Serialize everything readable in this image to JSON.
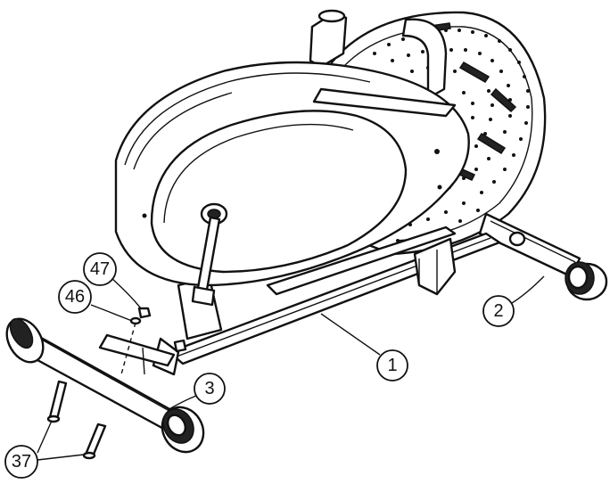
{
  "callouts": {
    "c1": "1",
    "c2": "2",
    "c3": "3",
    "c37": "37",
    "c46": "46",
    "c47": "47"
  }
}
